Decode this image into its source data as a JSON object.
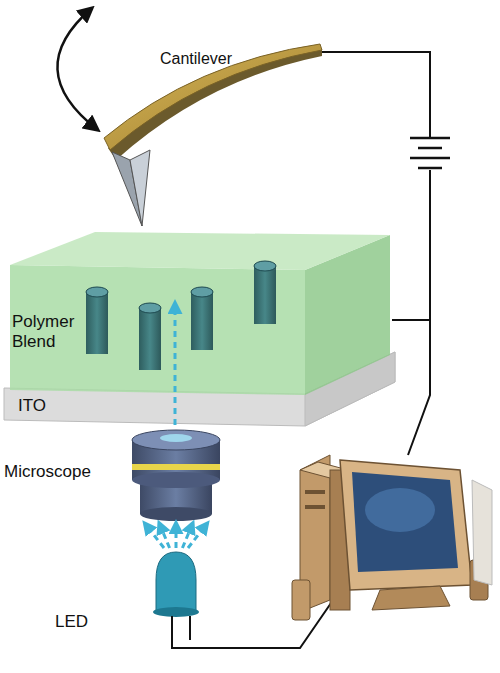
{
  "diagram": {
    "labels": [
      "Cantilever",
      "Polymer Blend",
      "ITO",
      "Microscope",
      "LED"
    ]
  }
}
